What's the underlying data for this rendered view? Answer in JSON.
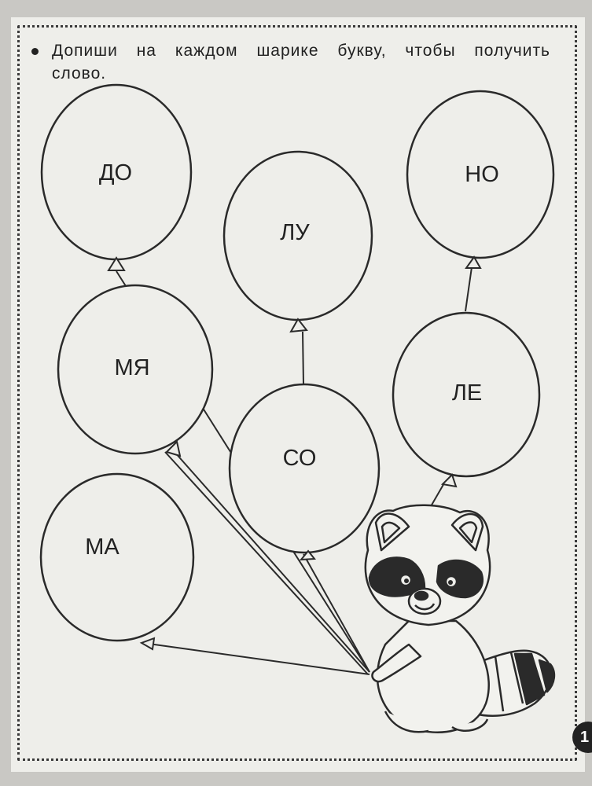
{
  "instruction": "Допиши на каждом шарике букву, чтобы получить слово.",
  "page_number": "1",
  "balloons": [
    "ДО",
    "ЛУ",
    "НО",
    "МЯ",
    "ЛЕ",
    "СО",
    "МА"
  ],
  "illustration": {
    "character": "raccoon-holding-balloons"
  }
}
